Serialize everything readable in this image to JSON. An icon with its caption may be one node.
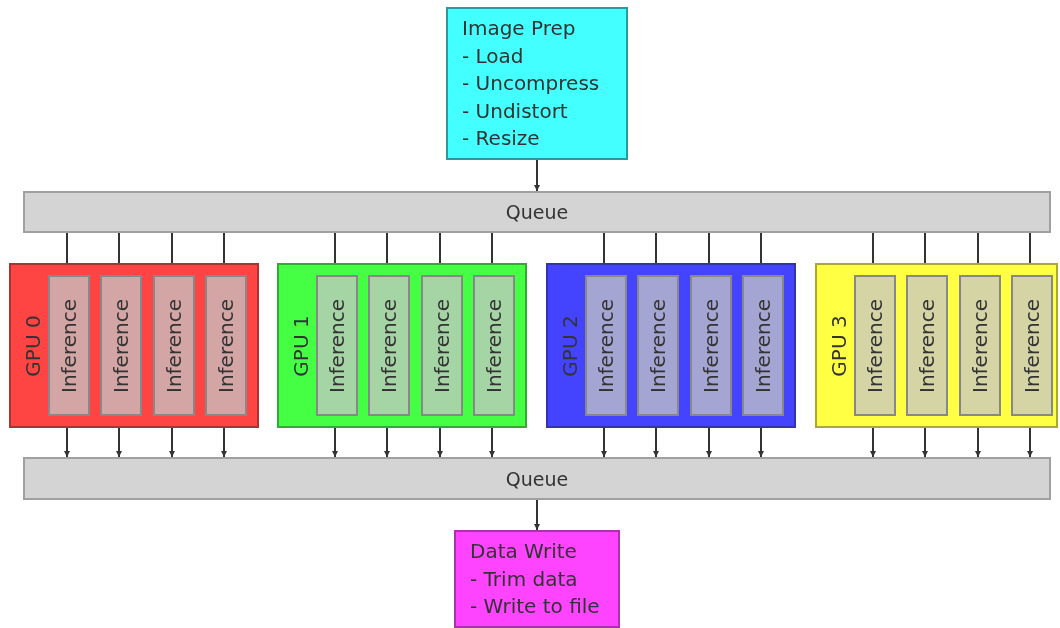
{
  "diagram": {
    "nodes": [
      {
        "text": [
          "Image Prep",
          "- Load",
          "- Uncompress",
          "- Undistort",
          "- Resize"
        ]
      },
      {
        "text": [
          "Queue"
        ]
      },
      {
        "text": [
          "GPU 0"
        ]
      },
      {
        "text": [
          "Inference"
        ],
        "in": 2
      },
      {
        "text": [
          "Inference"
        ],
        "in": 2
      },
      {
        "text": [
          "Inference"
        ],
        "in": 2
      },
      {
        "text": [
          "Inference"
        ],
        "in": 2
      },
      {
        "text": [
          "GPU 1"
        ]
      },
      {
        "text": [
          "Inference"
        ],
        "in": 7
      },
      {
        "text": [
          "Inference"
        ],
        "in": 7
      },
      {
        "text": [
          "Inference"
        ],
        "in": 7
      },
      {
        "text": [
          "Inference"
        ],
        "in": 7
      },
      {
        "text": [
          "GPU 2"
        ]
      },
      {
        "text": [
          "Inference"
        ],
        "in": 12
      },
      {
        "text": [
          "Inference"
        ],
        "in": 12
      },
      {
        "text": [
          "Inference"
        ],
        "in": 12
      },
      {
        "text": [
          "Inference"
        ],
        "in": 12
      },
      {
        "text": [
          "GPU 3"
        ]
      },
      {
        "text": [
          "Inference"
        ],
        "in": 17
      },
      {
        "text": [
          "Inference"
        ],
        "in": 17
      },
      {
        "text": [
          "Inference"
        ],
        "in": 17
      },
      {
        "text": [
          "Inference"
        ],
        "in": 17
      },
      {
        "text": [
          "Queue"
        ]
      },
      {
        "text": [
          "Data Write",
          "- Trim data",
          "- Write to file"
        ]
      }
    ],
    "edges": [
      {
        "from": 0,
        "to": 1,
        "arrow": "to"
      },
      {
        "from": 1,
        "to": 3,
        "arrow": "to"
      },
      {
        "from": 1,
        "to": 4,
        "arrow": "to"
      },
      {
        "from": 1,
        "to": 5,
        "arrow": "to"
      },
      {
        "from": 1,
        "to": 6,
        "arrow": "to"
      },
      {
        "from": 1,
        "to": 8,
        "arrow": "to"
      },
      {
        "from": 1,
        "to": 9,
        "arrow": "to"
      },
      {
        "from": 1,
        "to": 10,
        "arrow": "to"
      },
      {
        "from": 1,
        "to": 11,
        "arrow": "to"
      },
      {
        "from": 1,
        "to": 13,
        "arrow": "to"
      },
      {
        "from": 1,
        "to": 14,
        "arrow": "to"
      },
      {
        "from": 1,
        "to": 15,
        "arrow": "to"
      },
      {
        "from": 1,
        "to": 16,
        "arrow": "to"
      },
      {
        "from": 1,
        "to": 18,
        "arrow": "to"
      },
      {
        "from": 1,
        "to": 19,
        "arrow": "to"
      },
      {
        "from": 1,
        "to": 20,
        "arrow": "to"
      },
      {
        "from": 1,
        "to": 21,
        "arrow": "to"
      },
      {
        "from": 3,
        "to": 22,
        "arrow": "to"
      },
      {
        "from": 4,
        "to": 22,
        "arrow": "to"
      },
      {
        "from": 5,
        "to": 22,
        "arrow": "to"
      },
      {
        "from": 6,
        "to": 22,
        "arrow": "to"
      },
      {
        "from": 8,
        "to": 22,
        "arrow": "to"
      },
      {
        "from": 9,
        "to": 22,
        "arrow": "to"
      },
      {
        "from": 10,
        "to": 22,
        "arrow": "to"
      },
      {
        "from": 11,
        "to": 22,
        "arrow": "to"
      },
      {
        "from": 13,
        "to": 22,
        "arrow": "to"
      },
      {
        "from": 14,
        "to": 22,
        "arrow": "to"
      },
      {
        "from": 15,
        "to": 22,
        "arrow": "to"
      },
      {
        "from": 16,
        "to": 22,
        "arrow": "to"
      },
      {
        "from": 18,
        "to": 22,
        "arrow": "to"
      },
      {
        "from": 19,
        "to": 22,
        "arrow": "to"
      },
      {
        "from": 20,
        "to": 22,
        "arrow": "to"
      },
      {
        "from": 21,
        "to": 22,
        "arrow": "to"
      },
      {
        "from": 22,
        "to": 23,
        "arrow": "to"
      }
    ]
  }
}
